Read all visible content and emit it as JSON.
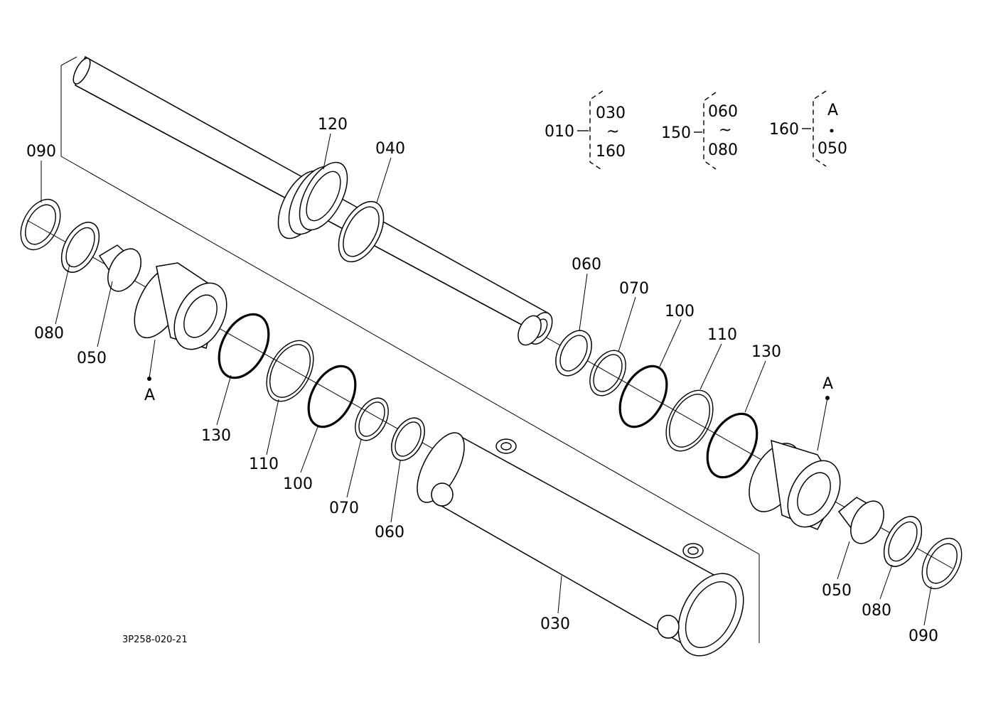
{
  "diagram": {
    "drawing_number": "3P258-020-21",
    "legend": [
      {
        "parent": "010",
        "from": "030",
        "to": "160"
      },
      {
        "parent": "150",
        "from": "060",
        "to": "080"
      },
      {
        "parent": "160",
        "from": "A",
        "to": "050"
      }
    ],
    "range_symbol": "~",
    "parts": {
      "p120": "120",
      "p040": "040",
      "p090_left": "090",
      "p080_left": "080",
      "p050_left": "050",
      "a_left": "A",
      "p130_left": "130",
      "p110_left": "110",
      "p100_left": "100",
      "p070_left": "070",
      "p060_left": "060",
      "p030": "030",
      "p060_right": "060",
      "p070_right": "070",
      "p100_right": "100",
      "p110_right": "110",
      "p130_right": "130",
      "a_right": "A",
      "p050_right": "050",
      "p080_right": "080",
      "p090_right": "090"
    }
  }
}
